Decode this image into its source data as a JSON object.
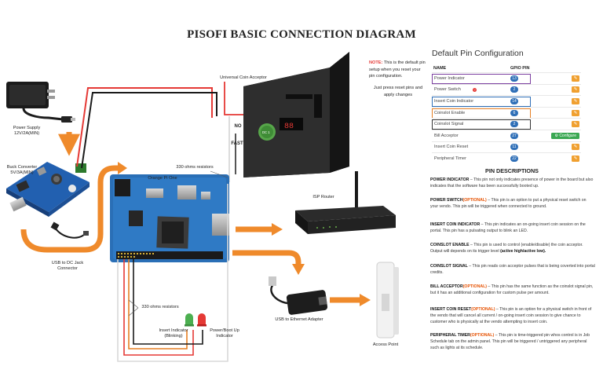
{
  "title": "PISOFI BASIC CONNECTION DIAGRAM",
  "components": {
    "power_supply": "Power Supply\n12V/2A(MIN)",
    "buck_converter": "Buck Converter\n5V/3A(MIN)",
    "usb_to_dc": "USB to DC Jack\nConnector",
    "coin_acceptor": "Universal Coin Acceptor",
    "orange_pi": "Orange Pi One",
    "resistors_top": "330 ohms resistors",
    "resistors_bottom": "330 ohms resistors",
    "isp_router": "ISP Router",
    "usb_ethernet": "USB to Ethernet Adapter",
    "access_point": "Access Point",
    "insert_indicator": "Insert Indicator\n(Blinking)",
    "power_indicator": "Power/Boot Up\nIndicator",
    "no_label": "NO",
    "fast_label": "FAST",
    "coin_display": "88",
    "coin_badge": "DC 1"
  },
  "note": {
    "label": "NOTE:",
    "text": "This is the default pin setup when you reset your pin configuration.",
    "text2": "Just press reset pins and apply changes"
  },
  "pin_config": {
    "title": "Default Pin Configuration",
    "headers": [
      "NAME",
      "GPIO PIN"
    ],
    "rows": [
      {
        "name": "Power Indicator",
        "pin": "13",
        "action": "edit",
        "highlight": "#7b3fa0"
      },
      {
        "name": "Power Switch",
        "pin": "2",
        "action": "edit",
        "highlight": "",
        "info": "?"
      },
      {
        "name": "Insert Coin Indicator",
        "pin": "14",
        "action": "edit",
        "highlight": "#2f6fb7"
      },
      {
        "name": "Coinslot Enable",
        "pin": "6",
        "action": "edit",
        "highlight": "#e67e22"
      },
      {
        "name": "Coinslot Signal",
        "pin": "2",
        "action": "edit",
        "highlight": "#333333"
      },
      {
        "name": "Bill Acceptor",
        "pin": "27",
        "action": "configure",
        "highlight": ""
      },
      {
        "name": "Insert Coin Reset",
        "pin": "11",
        "action": "edit",
        "highlight": ""
      },
      {
        "name": "Peripheral Timer",
        "pin": "22",
        "action": "edit",
        "highlight": ""
      }
    ],
    "configure_label": "Configure",
    "edit_glyph": "✎"
  },
  "descriptions": {
    "title": "PIN DESCRIPTIONS",
    "items": [
      {
        "name": "POWER INDICATOR",
        "optional": "",
        "text": " – This pin not only indicates presence of power in the board but also indicates that the software has been successfully booted up."
      },
      {
        "name": "POWER SWITCH",
        "optional": "(OPTIONAL)",
        "text": " – This pin is an option to put a physical reset switch on your vendo. This pin will be triggered when connected to ground."
      },
      {
        "name": "INSERT COIN INDICATOR",
        "optional": "",
        "text": " – This pin indicates an on-going insert coin session on the portal. This pin has a pulsating output to blink an LED."
      },
      {
        "name": "COINSLOT ENABLE",
        "optional": "",
        "text": " – This pin is used to control (enable/disable) the coin acceptor. Output will depends on its trigger level ",
        "bold_tail": "(active high/active low)."
      },
      {
        "name": "COINSLOT SIGNAL",
        "optional": "",
        "text": " – This pin reads coin acceptor pulses that  is being coverted into portal credits."
      },
      {
        "name": "BILL ACCEPTOR",
        "optional": "(OPTIONAL)",
        "text": " – This pin has the same function as the coinslot signal pin, but it has an additional configuration for custom pulse per amount."
      },
      {
        "name": "INSERT COIN RESET",
        "optional": "(OPTIONAL)",
        "text": " – This pin is an option for a physical switch in front of the vendo that will cancel all current / on-going insert coin session to give chance to customer who is physically at the vendo attempting to insert coin."
      },
      {
        "name": "PERIPHERAL TIMER",
        "optional": "(OPTIONAL)",
        "text": " – This pin is time-triggered pin whos control is in Job Schedule tab on the admin panel. This pin will be triggered / untriggered  any peripheral such as lights at its schedule."
      }
    ]
  },
  "colors": {
    "arrow_orange": "#ef8a2b",
    "wire_red": "#e53935",
    "wire_black": "#1a1a1a",
    "wire_white": "#d9d9d9",
    "board_blue": "#2a6fb6",
    "buck_blue": "#2260b0"
  }
}
